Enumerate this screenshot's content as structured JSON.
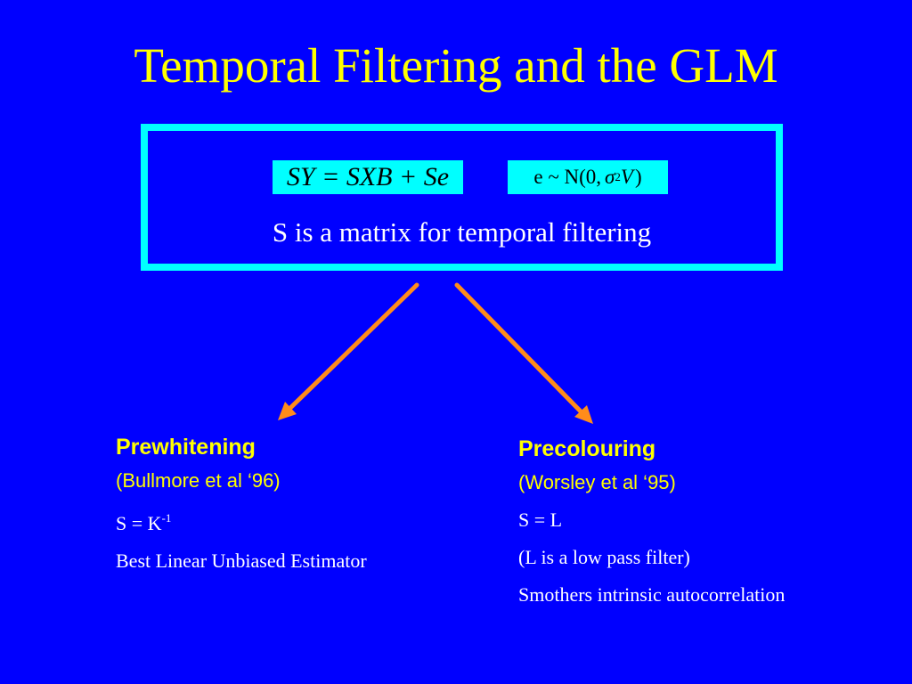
{
  "title": "Temporal Filtering and the GLM",
  "box": {
    "equation_main": "SY = SXB + Se",
    "equation_noise": {
      "prefix": "e ~ N(0,",
      "sigma": "σ",
      "power": "2",
      "matrix": "V",
      "suffix": ")"
    },
    "caption": "S is a matrix for temporal filtering"
  },
  "left": {
    "heading": "Prewhitening",
    "citation": "(Bullmore et al ‘96)",
    "formula_base": "S = K",
    "formula_power": "-1",
    "description": "Best Linear Unbiased Estimator"
  },
  "right": {
    "heading": "Precolouring",
    "citation": "(Worsley et al ‘95)",
    "formula": "S = L",
    "note": "(L is a low pass filter)",
    "description": "Smothers intrinsic autocorrelation"
  },
  "colors": {
    "background": "#0000ff",
    "title": "#ffff00",
    "box_border": "#00ffff",
    "arrow": "#ff8c1a",
    "heading": "#ffff00",
    "body_text": "#ffffff"
  }
}
